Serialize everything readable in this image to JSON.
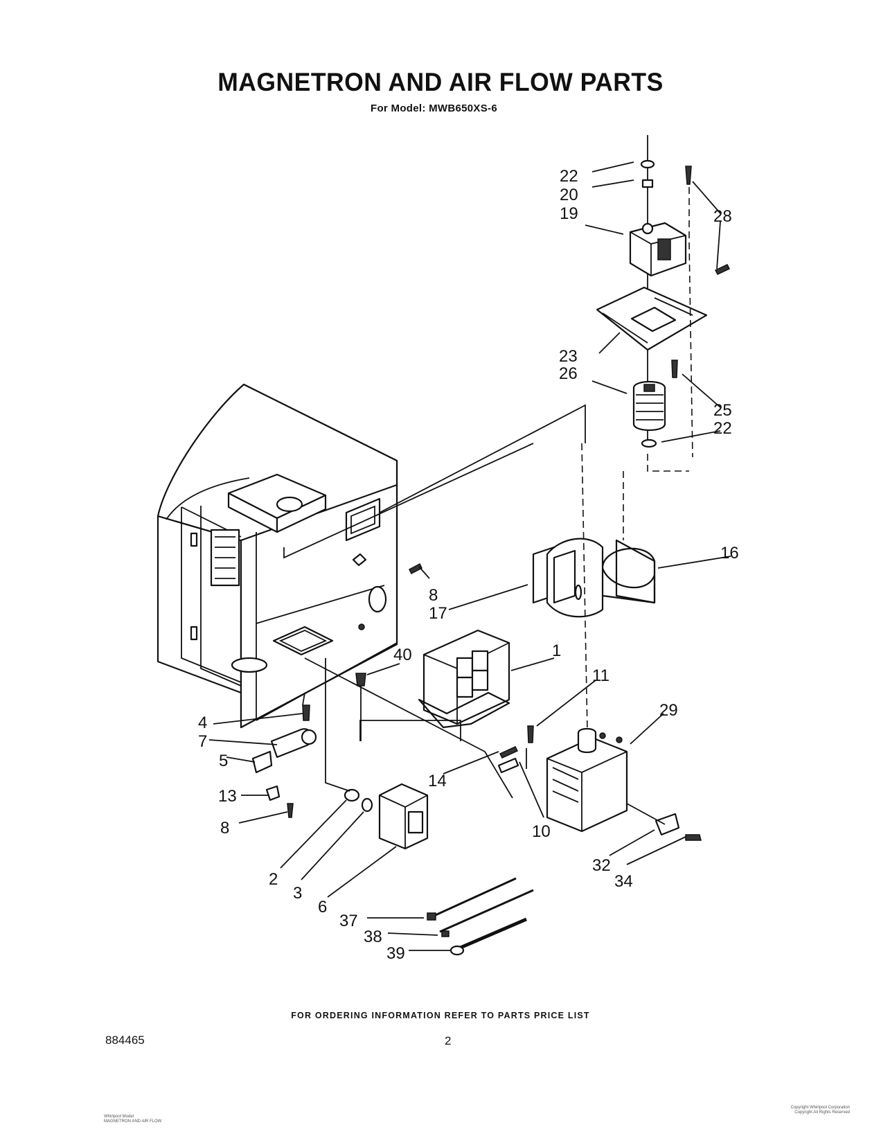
{
  "title": "MAGNETRON AND AIR FLOW PARTS",
  "subtitle": "For Model: MWB650XS-6",
  "footer_note": "FOR ORDERING INFORMATION REFER TO PARTS PRICE LIST",
  "doc_number": "884465",
  "page_number": "2",
  "fine_print_left": [
    "Whirlpool Model",
    "MAGNETRON AND AIR FLOW"
  ],
  "fine_print_right": [
    "Copyright Whirlpool Corporation",
    "Copyright All Rights Reserved"
  ],
  "part_callouts": [
    {
      "id": "c22a",
      "label": "22"
    },
    {
      "id": "c20",
      "label": "20"
    },
    {
      "id": "c19",
      "label": "19"
    },
    {
      "id": "c28",
      "label": "28"
    },
    {
      "id": "c23",
      "label": "23"
    },
    {
      "id": "c26",
      "label": "26"
    },
    {
      "id": "c25",
      "label": "25"
    },
    {
      "id": "c22b",
      "label": "22"
    },
    {
      "id": "c16",
      "label": "16"
    },
    {
      "id": "c8a",
      "label": "8"
    },
    {
      "id": "c17",
      "label": "17"
    },
    {
      "id": "c40",
      "label": "40"
    },
    {
      "id": "c1",
      "label": "1"
    },
    {
      "id": "c11",
      "label": "11"
    },
    {
      "id": "c29",
      "label": "29"
    },
    {
      "id": "c4",
      "label": "4"
    },
    {
      "id": "c7",
      "label": "7"
    },
    {
      "id": "c5",
      "label": "5"
    },
    {
      "id": "c14",
      "label": "14"
    },
    {
      "id": "c13",
      "label": "13"
    },
    {
      "id": "c8b",
      "label": "8"
    },
    {
      "id": "c10",
      "label": "10"
    },
    {
      "id": "c2",
      "label": "2"
    },
    {
      "id": "c3",
      "label": "3"
    },
    {
      "id": "c6",
      "label": "6"
    },
    {
      "id": "c32",
      "label": "32"
    },
    {
      "id": "c34",
      "label": "34"
    },
    {
      "id": "c37",
      "label": "37"
    },
    {
      "id": "c38",
      "label": "38"
    },
    {
      "id": "c39",
      "label": "39"
    }
  ]
}
